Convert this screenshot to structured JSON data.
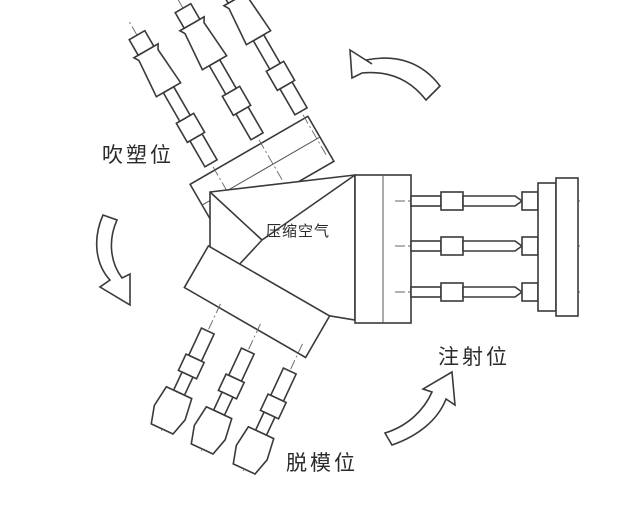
{
  "labels": {
    "blow_station": "吹塑位",
    "compressed_air": "压缩空气",
    "injection_station": "注射位",
    "ejection_station": "脱模位"
  },
  "icons": {
    "rotation_arrow_top": "curved-arrow-icon",
    "rotation_arrow_left": "curved-arrow-icon",
    "rotation_arrow_bottom": "curved-arrow-icon"
  },
  "colors": {
    "line": "#3a3a3a",
    "background": "#ffffff"
  }
}
